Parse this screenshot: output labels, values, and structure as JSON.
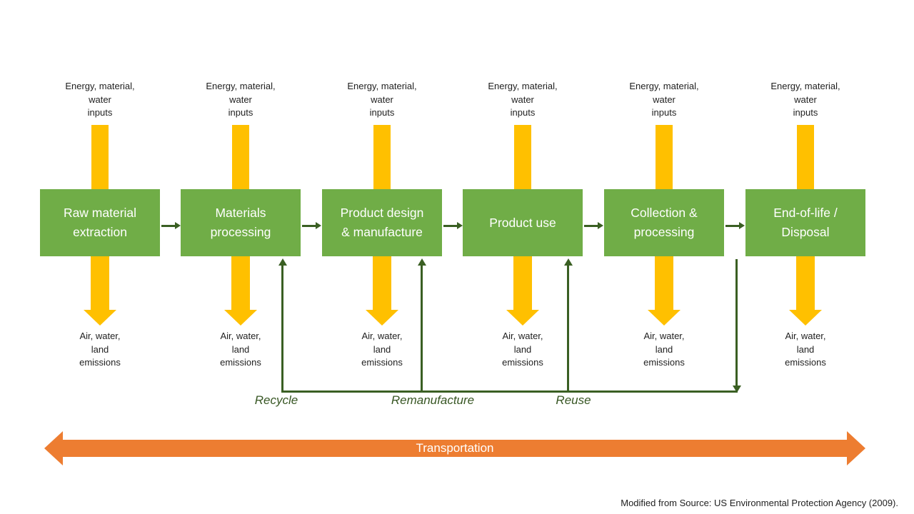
{
  "diagram": {
    "stages": [
      {
        "id": "raw-material-extraction",
        "label": "Raw material\nextraction",
        "input_label": "Energy, material,\nwater\ninputs",
        "output_label": "Air, water,\nland\nemissions"
      },
      {
        "id": "materials-processing",
        "label": "Materials\nprocessing",
        "input_label": "Energy, material,\nwater\ninputs",
        "output_label": "Air, water,\nland\nemissions"
      },
      {
        "id": "product-design-manufacture",
        "label": "Product design\n& manufacture",
        "input_label": "Energy, material,\nwater\ninputs",
        "output_label": "Air, water,\nland\nemissions"
      },
      {
        "id": "product-use",
        "label": "Product use",
        "input_label": "Energy, material,\nwater\ninputs",
        "output_label": "Air, water,\nland\nemissions"
      },
      {
        "id": "collection-processing",
        "label": "Collection &\nprocessing",
        "input_label": "Energy, material,\nwater\ninputs",
        "output_label": "Air, water,\nland\nemissions"
      },
      {
        "id": "end-of-life-disposal",
        "label": "End-of-life /\nDisposal",
        "input_label": "Energy, material,\nwater\ninputs",
        "output_label": "Air, water,\nland\nemissions"
      }
    ],
    "feedback_labels": {
      "recycle": "Recycle",
      "remanufacture": "Remanufacture",
      "reuse": "Reuse"
    },
    "transportation_label": "Transportation",
    "source_note": "Modified from Source: US Environmental Protection Agency (2009).",
    "colors": {
      "stage_green": "#70AD47",
      "flow_yellow": "#FFC000",
      "loop_dark_green": "#3A5F23",
      "transport_orange": "#ED7D31"
    }
  }
}
